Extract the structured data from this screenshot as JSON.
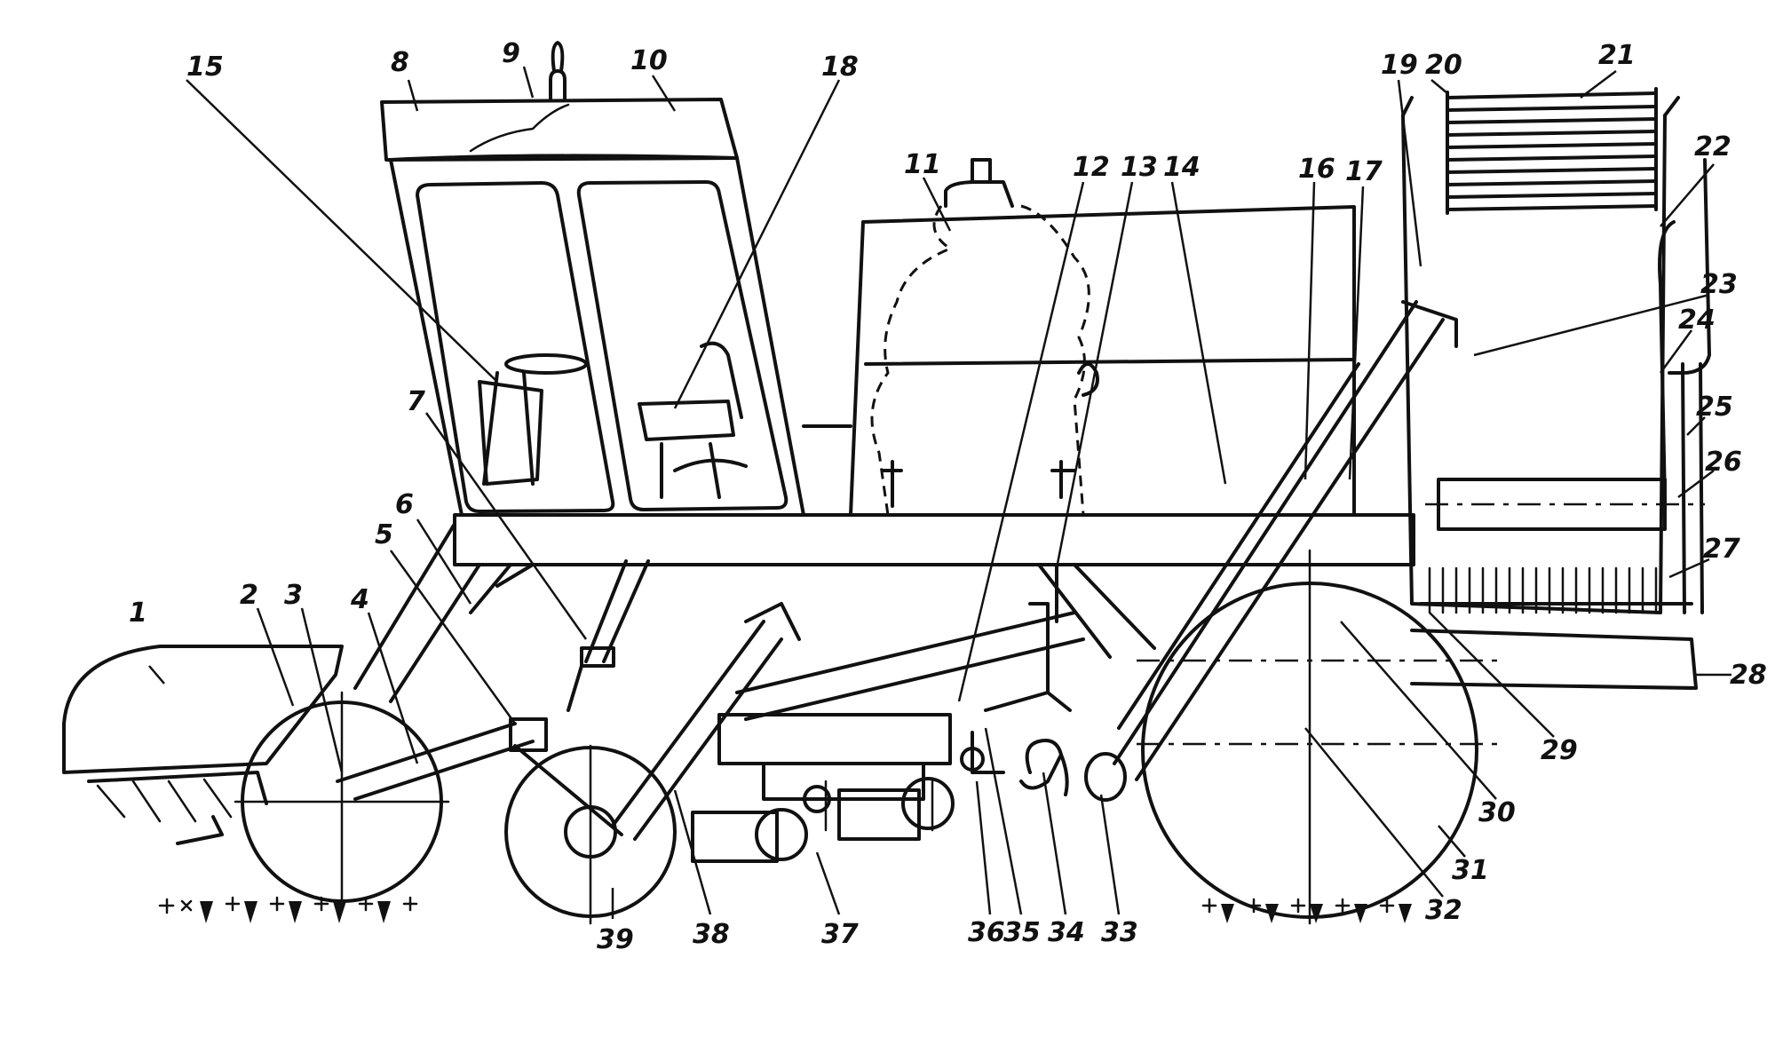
{
  "labels": [
    {
      "id": "1",
      "text": "1"
    },
    {
      "id": "2",
      "text": "2"
    },
    {
      "id": "3",
      "text": "3"
    },
    {
      "id": "4",
      "text": "4"
    },
    {
      "id": "5",
      "text": "5"
    },
    {
      "id": "6",
      "text": "6"
    },
    {
      "id": "7",
      "text": "7"
    },
    {
      "id": "8",
      "text": "8"
    },
    {
      "id": "9",
      "text": "9"
    },
    {
      "id": "10",
      "text": "10"
    },
    {
      "id": "11",
      "text": "11"
    },
    {
      "id": "12",
      "text": "12"
    },
    {
      "id": "13",
      "text": "13"
    },
    {
      "id": "14",
      "text": "14"
    },
    {
      "id": "15",
      "text": "15"
    },
    {
      "id": "16",
      "text": "16"
    },
    {
      "id": "17",
      "text": "17"
    },
    {
      "id": "18",
      "text": "18"
    },
    {
      "id": "19",
      "text": "19"
    },
    {
      "id": "20",
      "text": "20"
    },
    {
      "id": "21",
      "text": "21"
    },
    {
      "id": "22",
      "text": "22"
    },
    {
      "id": "23",
      "text": "23"
    },
    {
      "id": "24",
      "text": "24"
    },
    {
      "id": "25",
      "text": "25"
    },
    {
      "id": "26",
      "text": "26"
    },
    {
      "id": "27",
      "text": "27"
    },
    {
      "id": "28",
      "text": "28"
    },
    {
      "id": "29",
      "text": "29"
    },
    {
      "id": "30",
      "text": "30"
    },
    {
      "id": "31",
      "text": "31"
    },
    {
      "id": "32",
      "text": "32"
    },
    {
      "id": "33",
      "text": "33"
    },
    {
      "id": "34",
      "text": "34"
    },
    {
      "id": "35",
      "text": "35"
    },
    {
      "id": "36",
      "text": "36"
    },
    {
      "id": "37",
      "text": "37"
    },
    {
      "id": "38",
      "text": "38"
    },
    {
      "id": "39",
      "text": "39"
    }
  ]
}
